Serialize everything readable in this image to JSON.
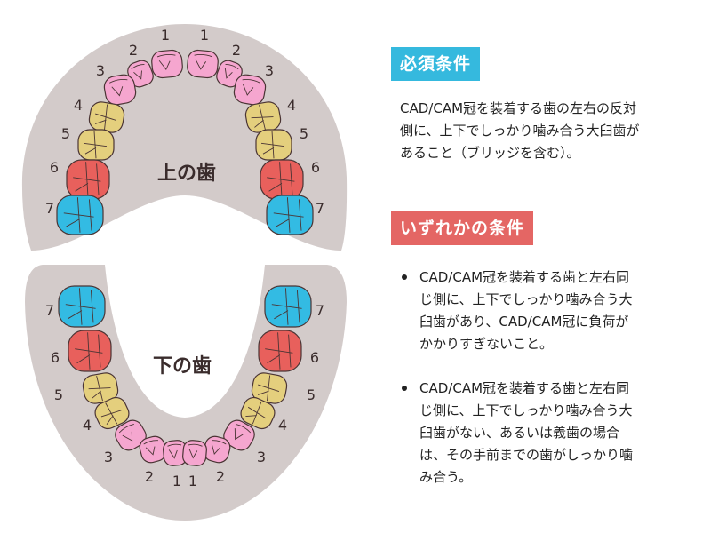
{
  "colors": {
    "gum": "#d3cbca",
    "incisor": "#f5a6cf",
    "premolar": "#e4cf7d",
    "first_molar": "#e8605c",
    "second_molar": "#33bbe3",
    "outline": "#4a3434",
    "required_badge": "#35b9de",
    "either_badge": "#e46664"
  },
  "diagram": {
    "upper_label": "上の歯",
    "lower_label": "下の歯",
    "tooth_numbers": [
      "1",
      "2",
      "3",
      "4",
      "5",
      "6",
      "7"
    ]
  },
  "required": {
    "title": "必須条件",
    "lines": [
      "CAD/CAM冠を装着する歯の左右の反対",
      "側に、上下でしっかり噛み合う大臼歯が",
      "あること（ブリッジを含む）。"
    ]
  },
  "either": {
    "title": "いずれかの条件",
    "items": [
      {
        "lines": [
          "CAD/CAM冠を装着する歯と左右同",
          "じ側に、上下でしっかり噛み合う大",
          "臼歯があり、CAD/CAM冠に負荷が",
          "かかりすぎないこと。"
        ]
      },
      {
        "lines": [
          "CAD/CAM冠を装着する歯と左右同",
          "じ側に、上下でしっかり噛み合う大",
          "臼歯がない、あるいは義歯の場合",
          "は、その手前までの歯がしっかり噛",
          "み合う。"
        ]
      }
    ]
  }
}
